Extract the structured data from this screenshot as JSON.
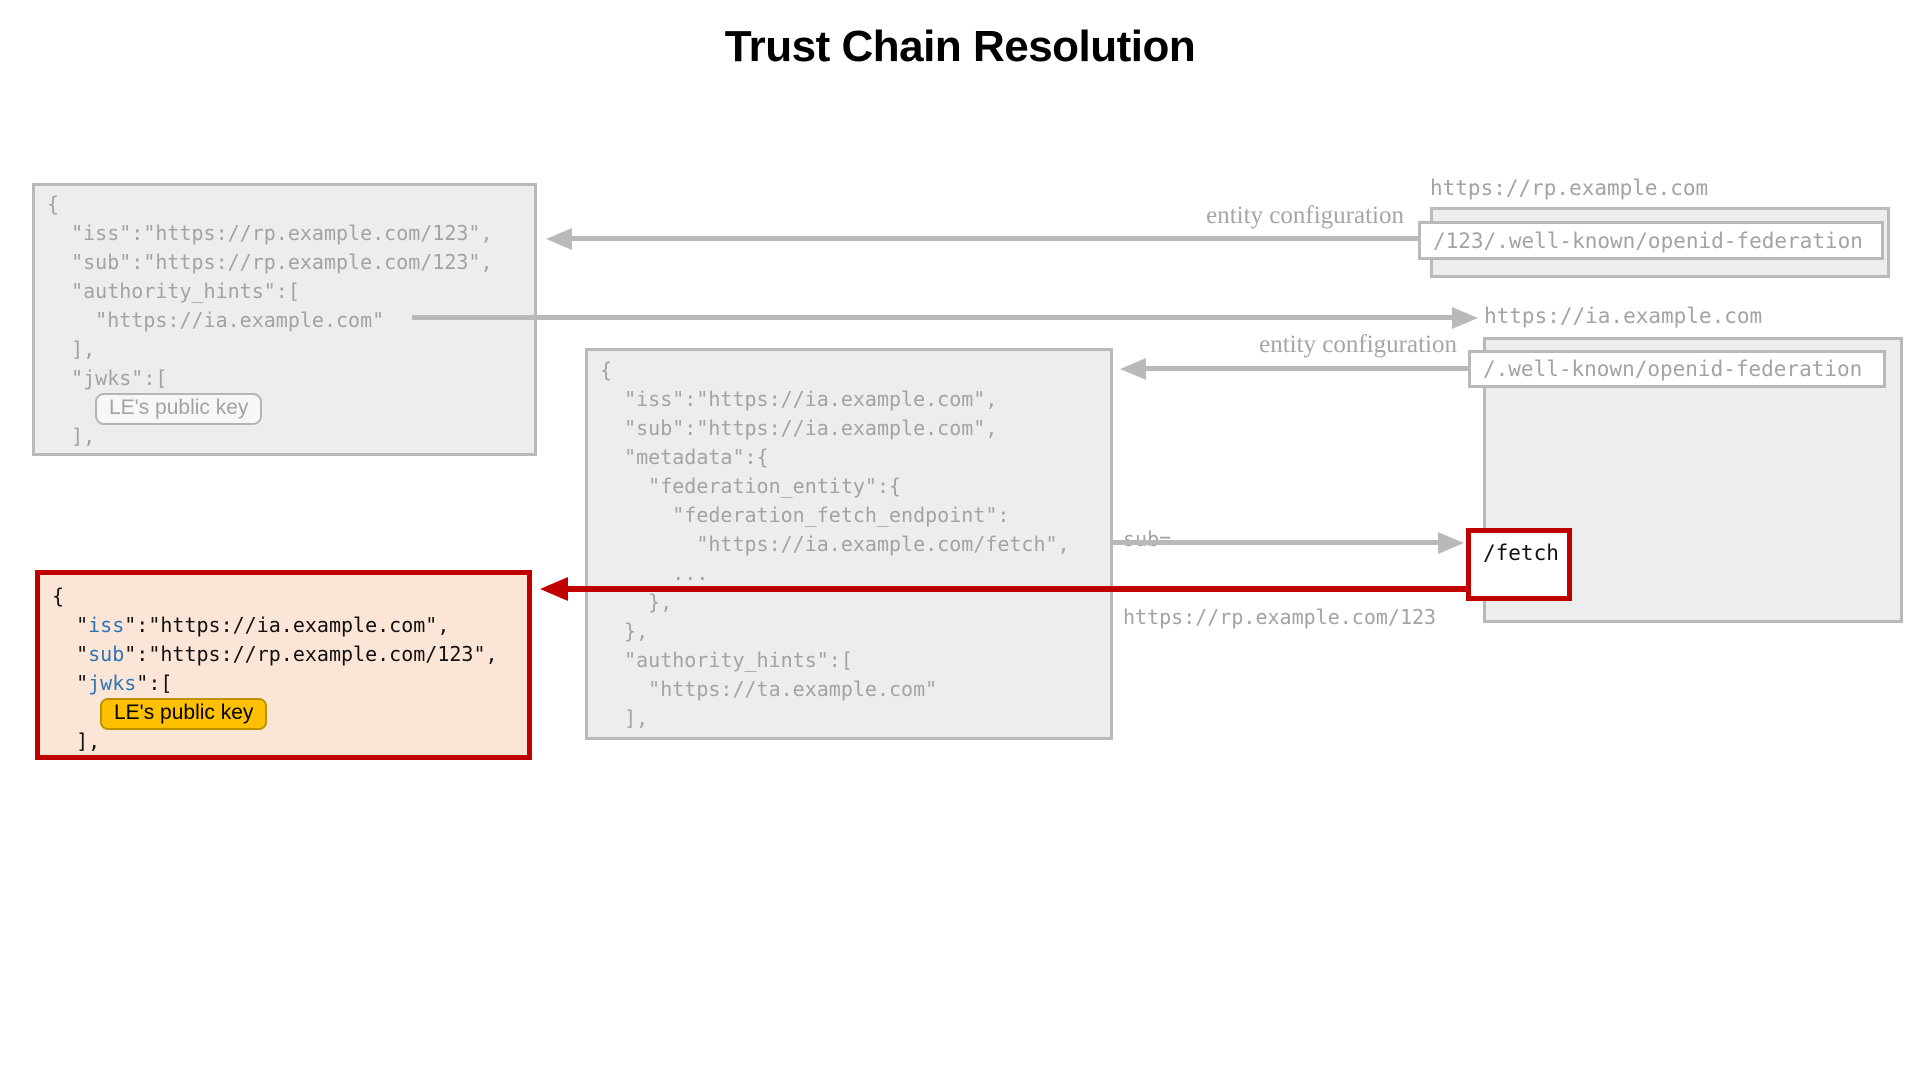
{
  "title": "Trust Chain Resolution",
  "colors": {
    "box_fill_gray": "#ededed",
    "box_border_gray": "#b9b9b9",
    "code_text_gray": "#a3a3a3",
    "accent_red": "#c00000",
    "result_fill_peach": "#fbe5d6",
    "badge_yellow": "#ffc000",
    "key_blue": "#2e75b6"
  },
  "labels": {
    "entity_configuration_rp": "entity configuration",
    "entity_configuration_ia": "entity configuration",
    "rp_host": "https://rp.example.com",
    "rp_wellknown_path": "/123/.well-known/openid-federation",
    "ia_host": "https://ia.example.com",
    "ia_wellknown_path": "/.well-known/openid-federation",
    "fetch_path": "/fetch",
    "fetch_sub_line1": "sub=",
    "fetch_sub_line2": "https://rp.example.com/123"
  },
  "rp_statement": {
    "lines": [
      "{",
      "  \"iss\":\"https://rp.example.com/123\",",
      "  \"sub\":\"https://rp.example.com/123\",",
      "  \"authority_hints\":[",
      "    \"https://ia.example.com\"",
      "  ],",
      "  \"jwks\":["
    ],
    "jwks_badge": "LE's public key",
    "closing": "  ],"
  },
  "ia_statement": {
    "lines": [
      "{",
      "  \"iss\":\"https://ia.example.com\",",
      "  \"sub\":\"https://ia.example.com\",",
      "  \"metadata\":{",
      "    \"federation_entity\":{",
      "      \"federation_fetch_endpoint\":",
      "        \"https://ia.example.com/fetch\",",
      "      ...",
      "    },",
      "  },",
      "  \"authority_hints\":[",
      "    \"https://ta.example.com\"",
      "  ],"
    ]
  },
  "resolved_statement": {
    "open": "{",
    "iss": {
      "pre": "  \"",
      "key": "iss",
      "post": "\":\"https://ia.example.com\","
    },
    "sub": {
      "pre": "  \"",
      "key": "sub",
      "post": "\":\"https://rp.example.com/123\","
    },
    "jwks": {
      "pre": "  \"",
      "key": "jwks",
      "post": "\":["
    },
    "jwks_badge": "LE's public key",
    "closing": "  ],"
  }
}
